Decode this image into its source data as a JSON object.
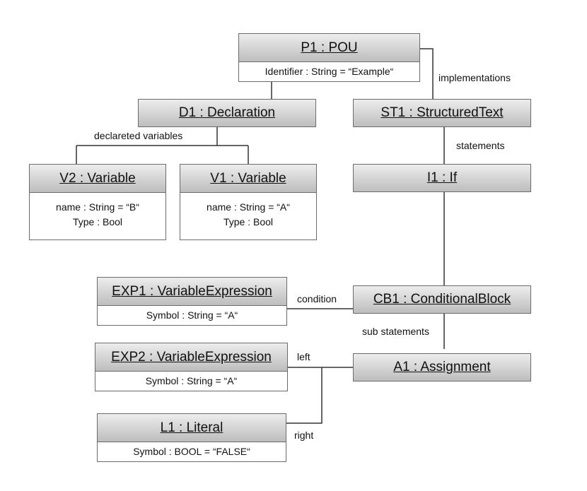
{
  "objects": {
    "p1": {
      "title": "P1 : POU",
      "attrs": [
        "Identifier : String = “Example“"
      ]
    },
    "d1": {
      "title": "D1 : Declaration"
    },
    "st1": {
      "title": "ST1 : StructuredText"
    },
    "v2": {
      "title": "V2 : Variable",
      "attrs": [
        "name : String = “B“",
        "Type : Bool"
      ]
    },
    "v1": {
      "title": "V1 : Variable",
      "attrs": [
        "name : String = “A“",
        "Type : Bool"
      ]
    },
    "i1": {
      "title": "I1 : If"
    },
    "exp1": {
      "title": "EXP1 : VariableExpression",
      "attrs": [
        "Symbol : String = “A“"
      ]
    },
    "cb1": {
      "title": "CB1 : ConditionalBlock"
    },
    "exp2": {
      "title": "EXP2 : VariableExpression",
      "attrs": [
        "Symbol : String = “A“"
      ]
    },
    "a1": {
      "title": "A1 : Assignment"
    },
    "l1": {
      "title": "L1 : Literal",
      "attrs": [
        "Symbol : BOOL = “FALSE“"
      ]
    }
  },
  "edge_labels": {
    "implementations": "implementations",
    "declared_variables": "declareted variables",
    "statements": "statements",
    "condition": "condition",
    "sub_statements": "sub statements",
    "left": "left",
    "right": "right"
  }
}
